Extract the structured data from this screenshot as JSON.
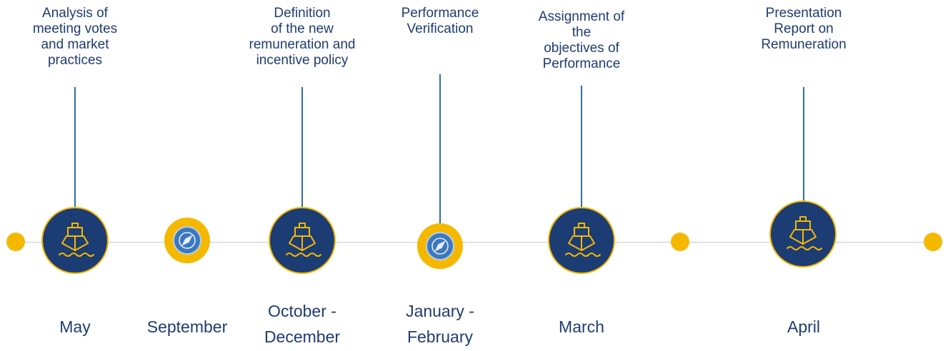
{
  "events": [
    {
      "month_lines": [
        "May"
      ],
      "caption_lines": [
        "Analysis of",
        "meeting votes",
        "and market",
        "practices"
      ],
      "icon": "ship-icon"
    },
    {
      "month_lines": [
        "September"
      ],
      "caption_lines": [],
      "icon": "compass-icon"
    },
    {
      "month_lines": [
        "October -",
        "December"
      ],
      "caption_lines": [
        "Definition",
        "of the new",
        "remuneration and",
        "incentive policy"
      ],
      "icon": "ship-icon"
    },
    {
      "month_lines": [
        "January -",
        "February"
      ],
      "caption_lines": [
        "Performance",
        "Verification"
      ],
      "icon": "compass-icon"
    },
    {
      "month_lines": [
        "March"
      ],
      "caption_lines": [
        "Assignment of",
        "the",
        "objectives of",
        "Performance"
      ],
      "icon": "ship-icon"
    },
    {
      "month_lines": [
        "April"
      ],
      "caption_lines": [
        "Presentation",
        "Report on",
        "Remuneration"
      ],
      "icon": "ship-icon"
    }
  ],
  "colors": {
    "navy": "#1c3c74",
    "gold": "#f5b800",
    "text": "#1f3c73",
    "stem": "#2f6ea6",
    "axis": "#c9c9c9"
  }
}
